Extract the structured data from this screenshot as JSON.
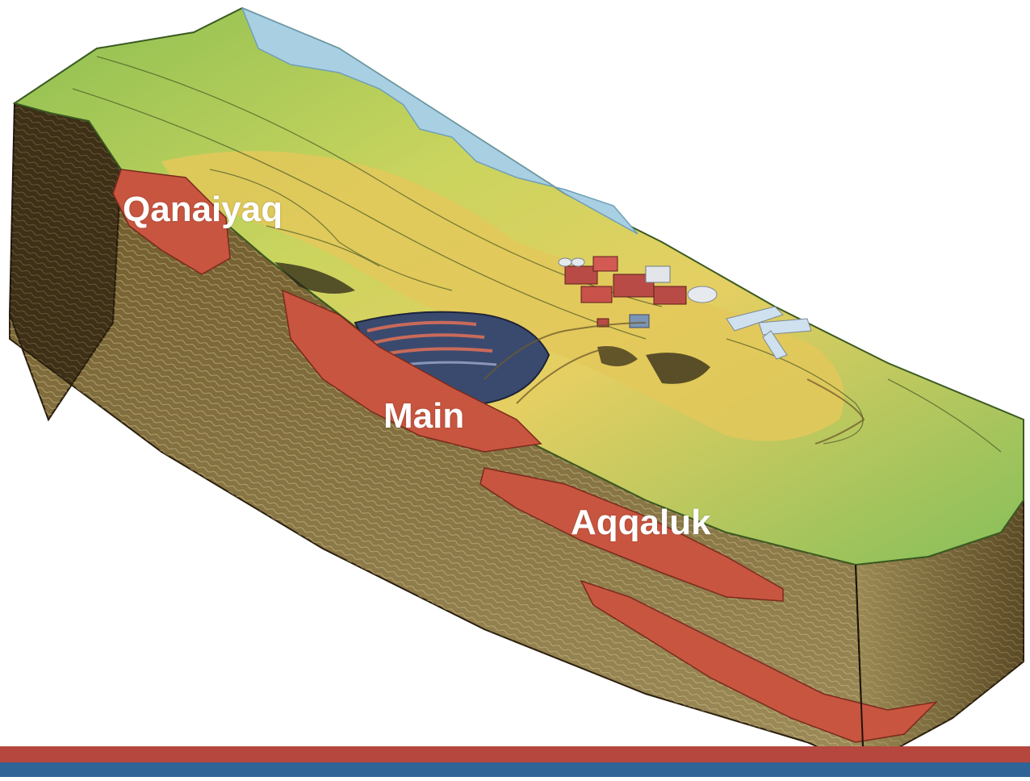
{
  "diagram": {
    "ore_bodies": [
      {
        "label": "Qanaiyaq"
      },
      {
        "label": "Main"
      },
      {
        "label": "Aqqaluk"
      }
    ]
  },
  "colors": {
    "ore_body": "#c8553f",
    "surface_green": "#8fbf55",
    "surface_yellow": "#d6cf5a",
    "water": "#a9cfe3",
    "rock_strata": "#7d6b3e",
    "footer_red": "#b5473f",
    "footer_blue": "#2f6496"
  }
}
